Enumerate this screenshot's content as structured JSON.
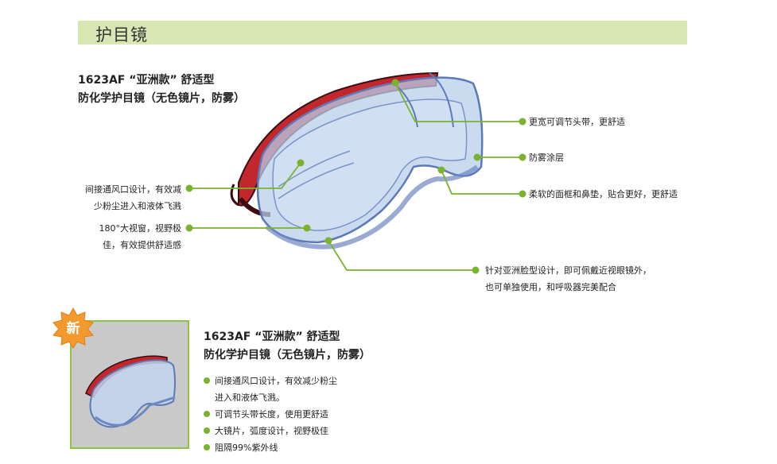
{
  "header": {
    "title": "护目镜"
  },
  "main_product": {
    "title_line1": "1623AF “亚洲款” 舒适型",
    "title_line2": "防化学护目镜（无色镜片，防雾）"
  },
  "callouts": {
    "strap": "更宽可调节头带，更舒适",
    "antifog": "防雾涂层",
    "nose": "柔软的面框和鼻垫，贴合更好，更舒适",
    "asian_fit_line1": "针对亚洲脸型设计，即可佩戴近视眼镜外，",
    "asian_fit_line2": "也可单独使用，和呼吸器完美配合",
    "vent_line1": "间接通风口设计，有效减",
    "vent_line2": "少粉尘进入和液体飞溅",
    "view_line1": "180°大视窗，视野极",
    "view_line2": "佳，有效提供舒适感"
  },
  "new_product": {
    "badge": "新",
    "title_line1": "1623AF “亚洲款” 舒适型",
    "title_line2": "防化学护目镜（无色镜片，防雾）",
    "features": [
      {
        "line1": "间接通风口设计，有效减少粉尘",
        "line2": "进入和液体飞溅。"
      },
      {
        "line1": "可调节头带长度，使用更舒适"
      },
      {
        "line1": "大镜片，弧度设计，视野极佳"
      },
      {
        "line1": "阻隔99%紫外线"
      }
    ]
  },
  "colors": {
    "accent_green": "#7ab32e",
    "header_bg": "#d8e7b4",
    "strap_red": "#c2272d",
    "lens_blue": "#a9c3e6"
  }
}
